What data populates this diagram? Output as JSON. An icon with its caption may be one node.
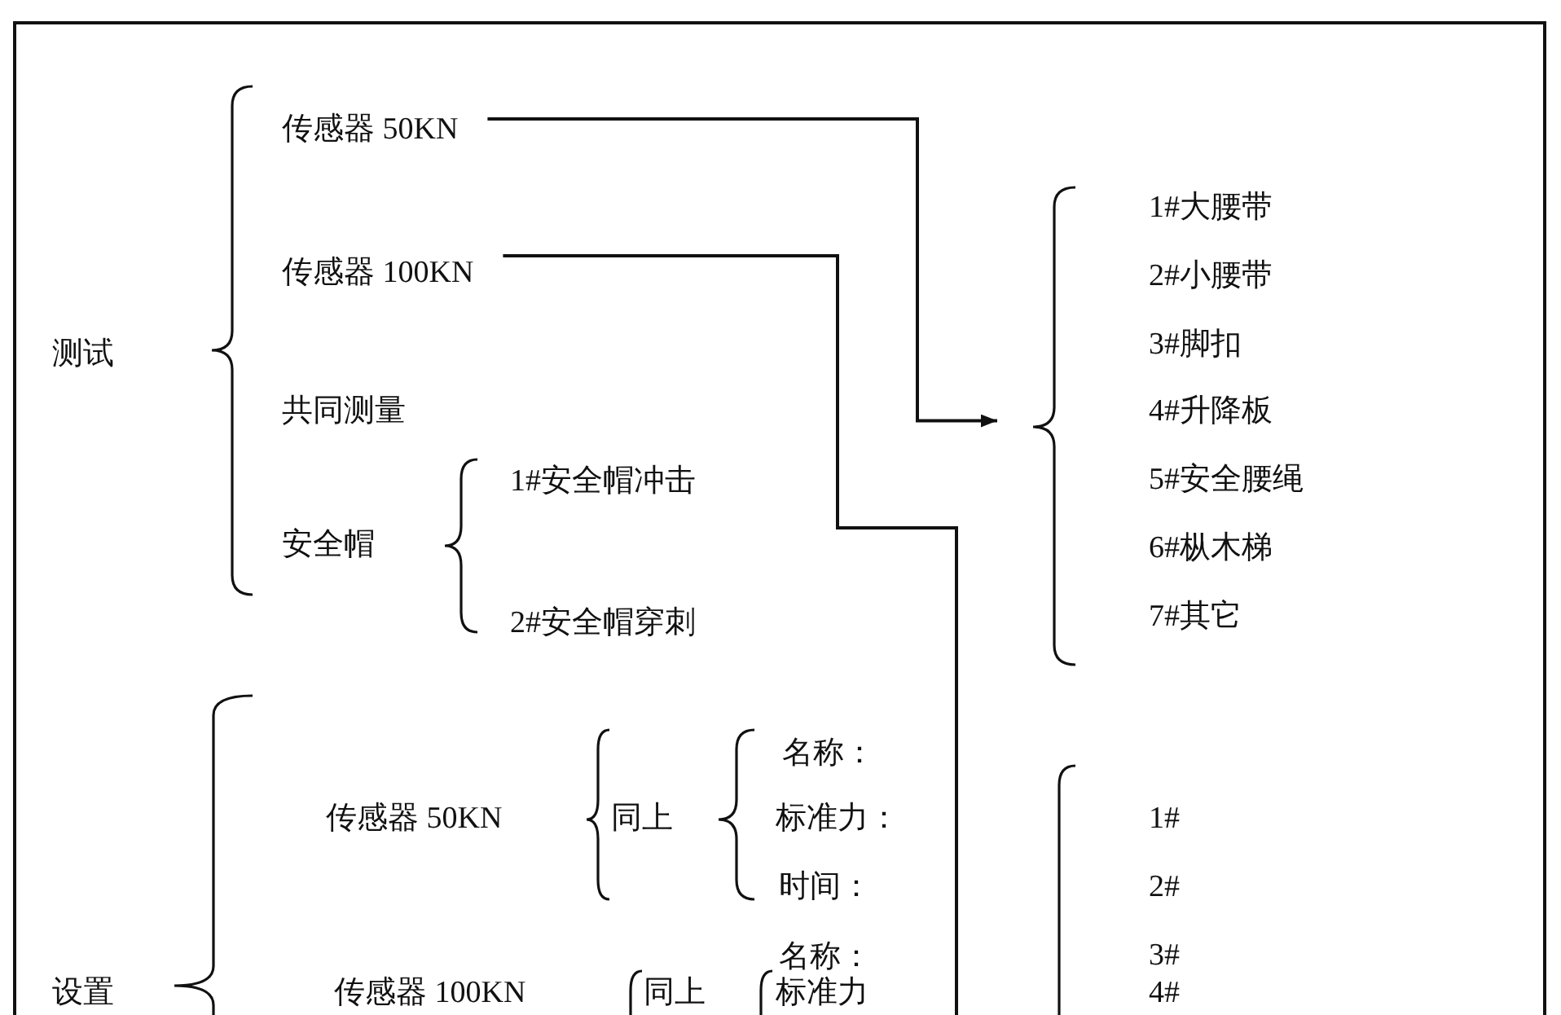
{
  "diagram": {
    "nodes": [
      {
        "text": [
          "传感器 50KN"
        ]
      },
      {
        "text": [
          "传感器 100KN"
        ]
      },
      {
        "text": [
          "1#大腰带",
          "2#小腰带",
          "3#脚扣",
          "4#升降板",
          "5#安全腰绳",
          "6#枞木梯",
          "7#其它"
        ]
      }
    ],
    "edges": [
      {
        "from": 0,
        "to": 2,
        "arrow": "to"
      },
      {
        "from": 1,
        "to": null,
        "arrow": "none"
      }
    ],
    "labels": [
      "测试",
      "共同测量",
      "安全帽",
      "1#安全帽冲击",
      "2#安全帽穿刺",
      "名称：",
      "传感器 50KN",
      "同上",
      "标准力：",
      "1#",
      "时间：",
      "2#",
      "名称：",
      "3#",
      "设置",
      "传感器 100KN",
      "同上",
      "标准力",
      "4#"
    ]
  }
}
